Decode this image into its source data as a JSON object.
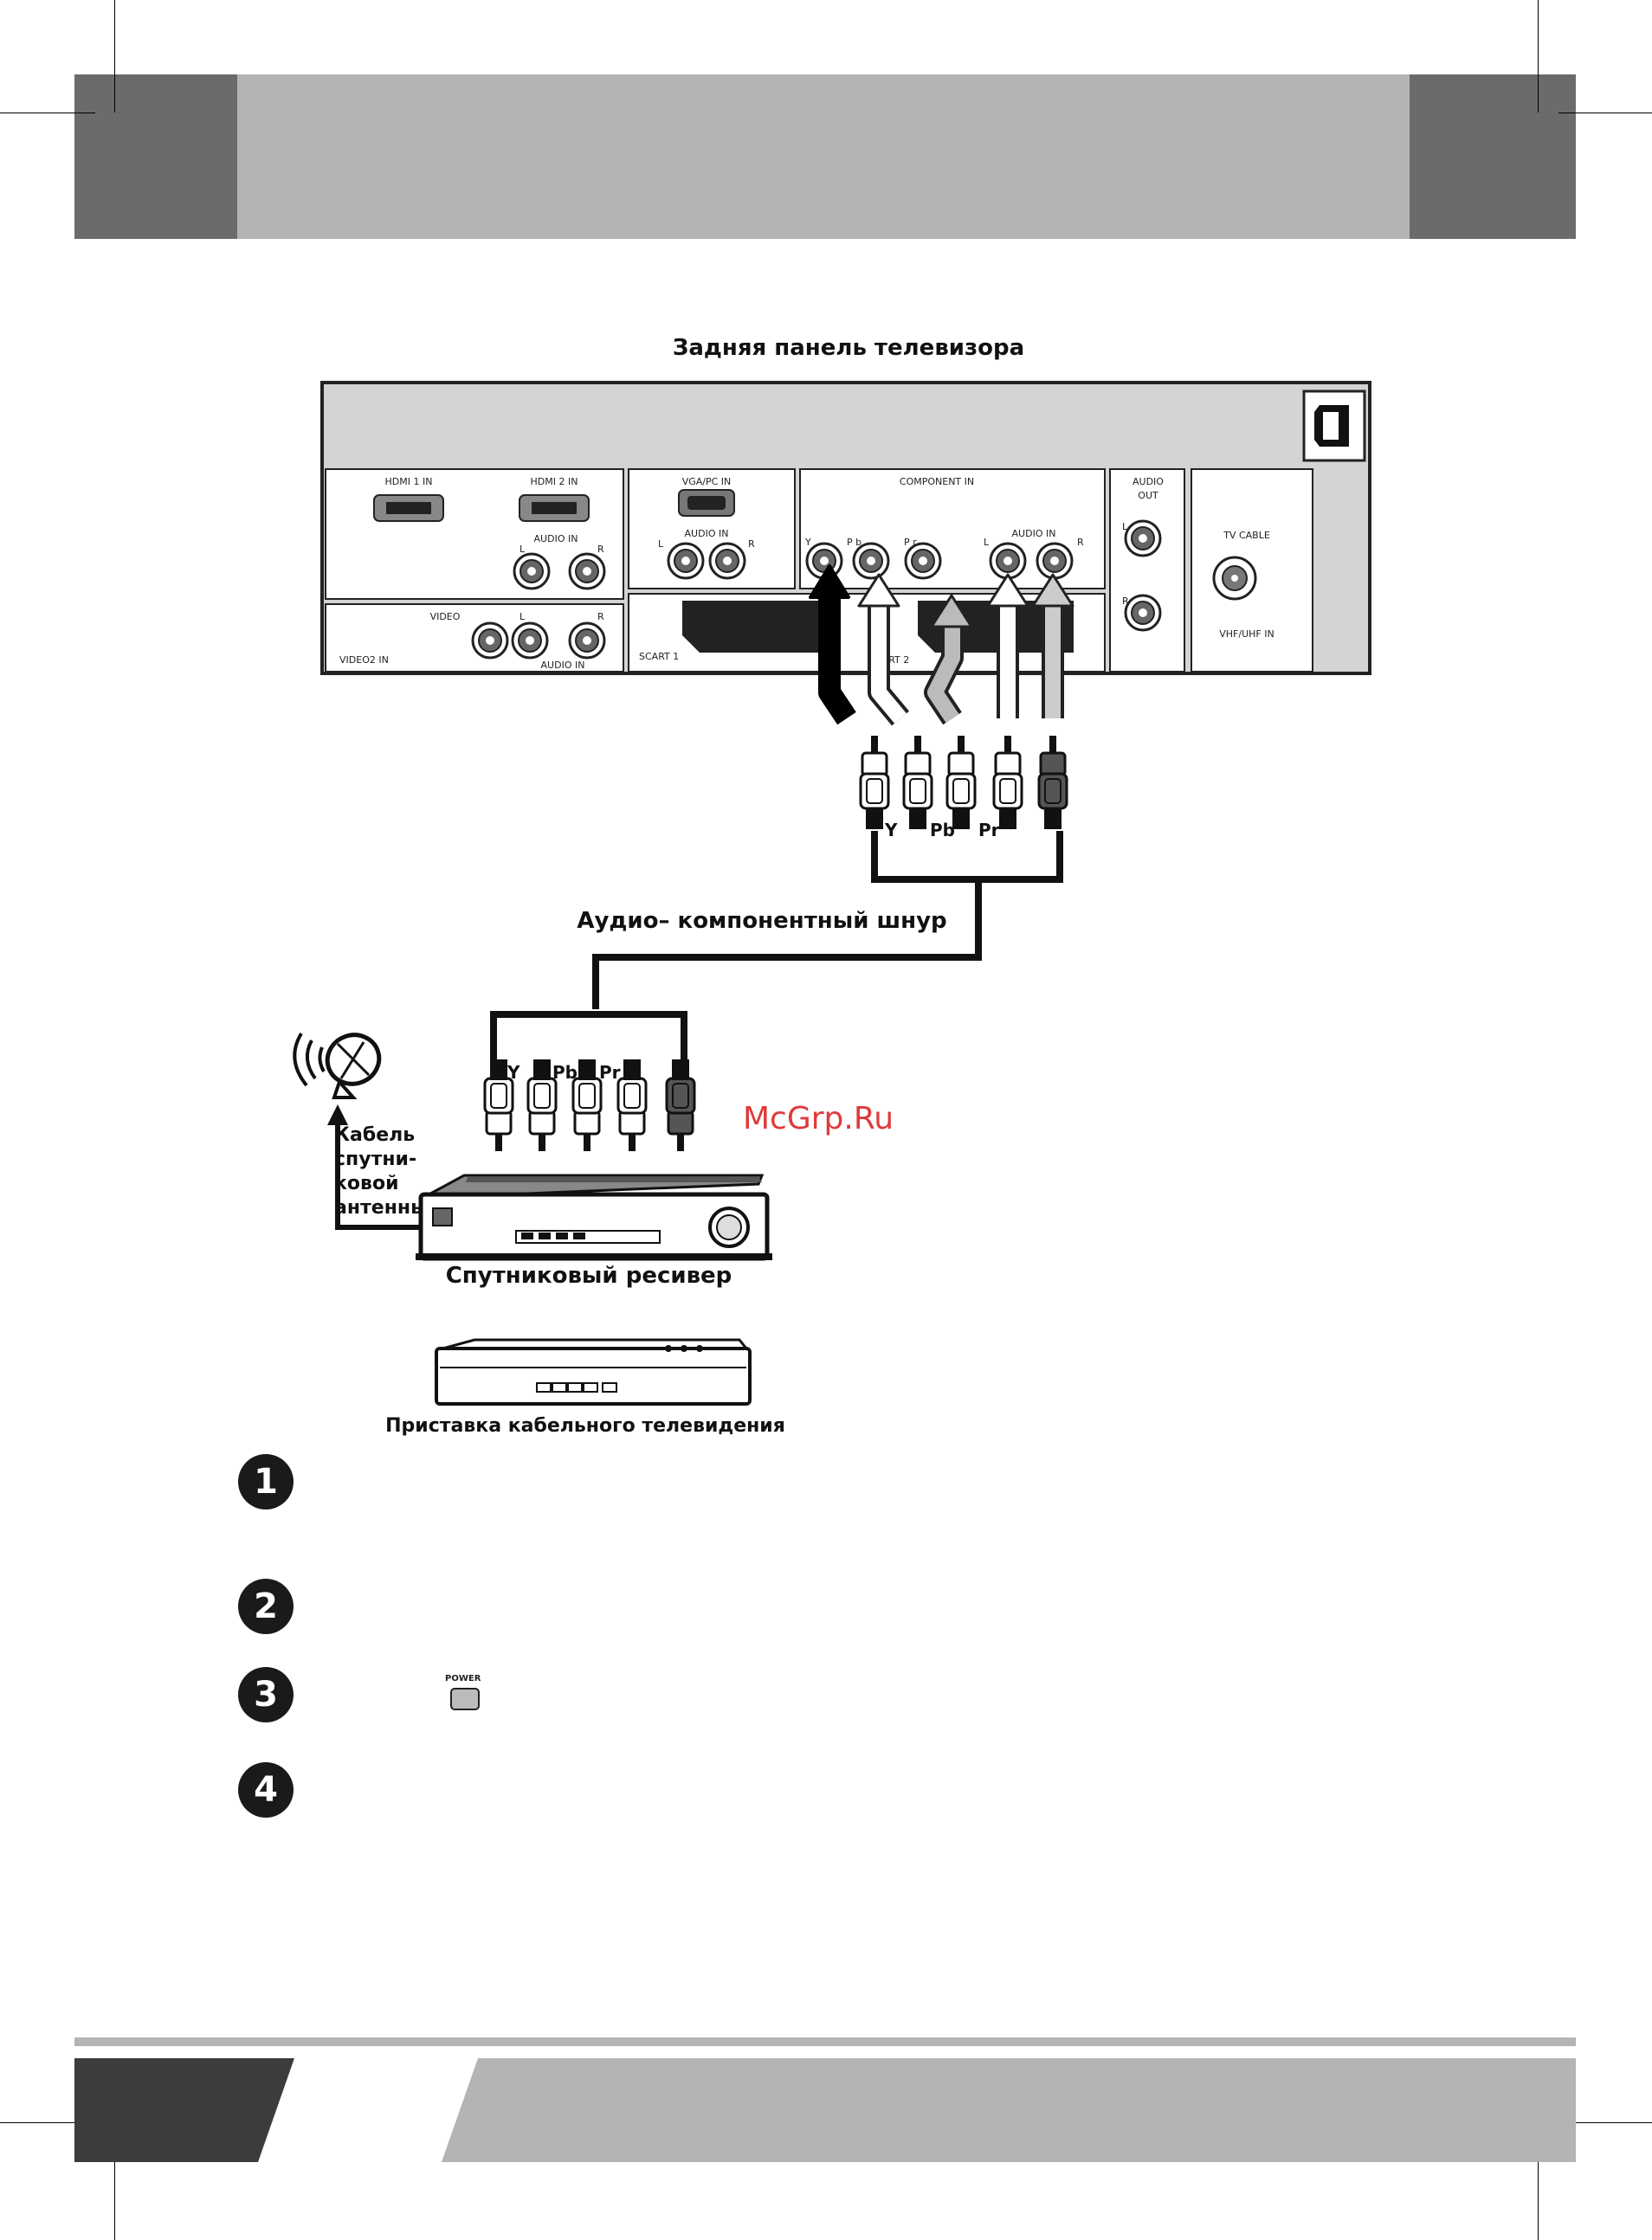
{
  "header": {
    "colors": {
      "dark": "#6b6b6b",
      "light": "#b4b4b4"
    }
  },
  "diagram": {
    "title": "Задняя панель телевизора",
    "panel": {
      "hdmi1": "HDMI 1 IN",
      "hdmi2": "HDMI 2 IN",
      "audio_in_1": "AUDIO IN",
      "l": "L",
      "r": "R",
      "video": "VIDEO",
      "video2_in": "VIDEO2 IN",
      "audio_in_2": "AUDIO IN",
      "vga": "VGA/PC IN",
      "audio_in_vga": "AUDIO IN",
      "component": "COMPONENT IN",
      "y": "Y",
      "pb": "P b",
      "pr": "P r",
      "audio_in_comp": "AUDIO IN",
      "audio_out_1": "AUDIO",
      "audio_out_2": "OUT",
      "tv_cable": "TV CABLE",
      "vhf_uhf": "VHF/UHF IN",
      "scart1": "SCART 1",
      "scart2": "SCART 2"
    },
    "plug_labels_top": {
      "y": "Y",
      "pb": "Pb",
      "pr": "Pr"
    },
    "plug_labels_bottom": {
      "y": "Y",
      "pb": "Pb",
      "pr": "Pr"
    },
    "cable_label": "Аудио– компонентный шнур",
    "antenna_label": [
      "Кабель",
      "спутни-",
      "ковой",
      "антенны"
    ],
    "receiver_label": "Спутниковый ресивер",
    "cable_box_label": "Приставка кабельного телевидения"
  },
  "steps": [
    "1",
    "2",
    "3",
    "4"
  ],
  "power_button_label": "POWER",
  "watermark": "McGrp.Ru",
  "footer": {
    "colors": {
      "dark": "#3c3c3c",
      "light": "#b4b4b4"
    }
  }
}
